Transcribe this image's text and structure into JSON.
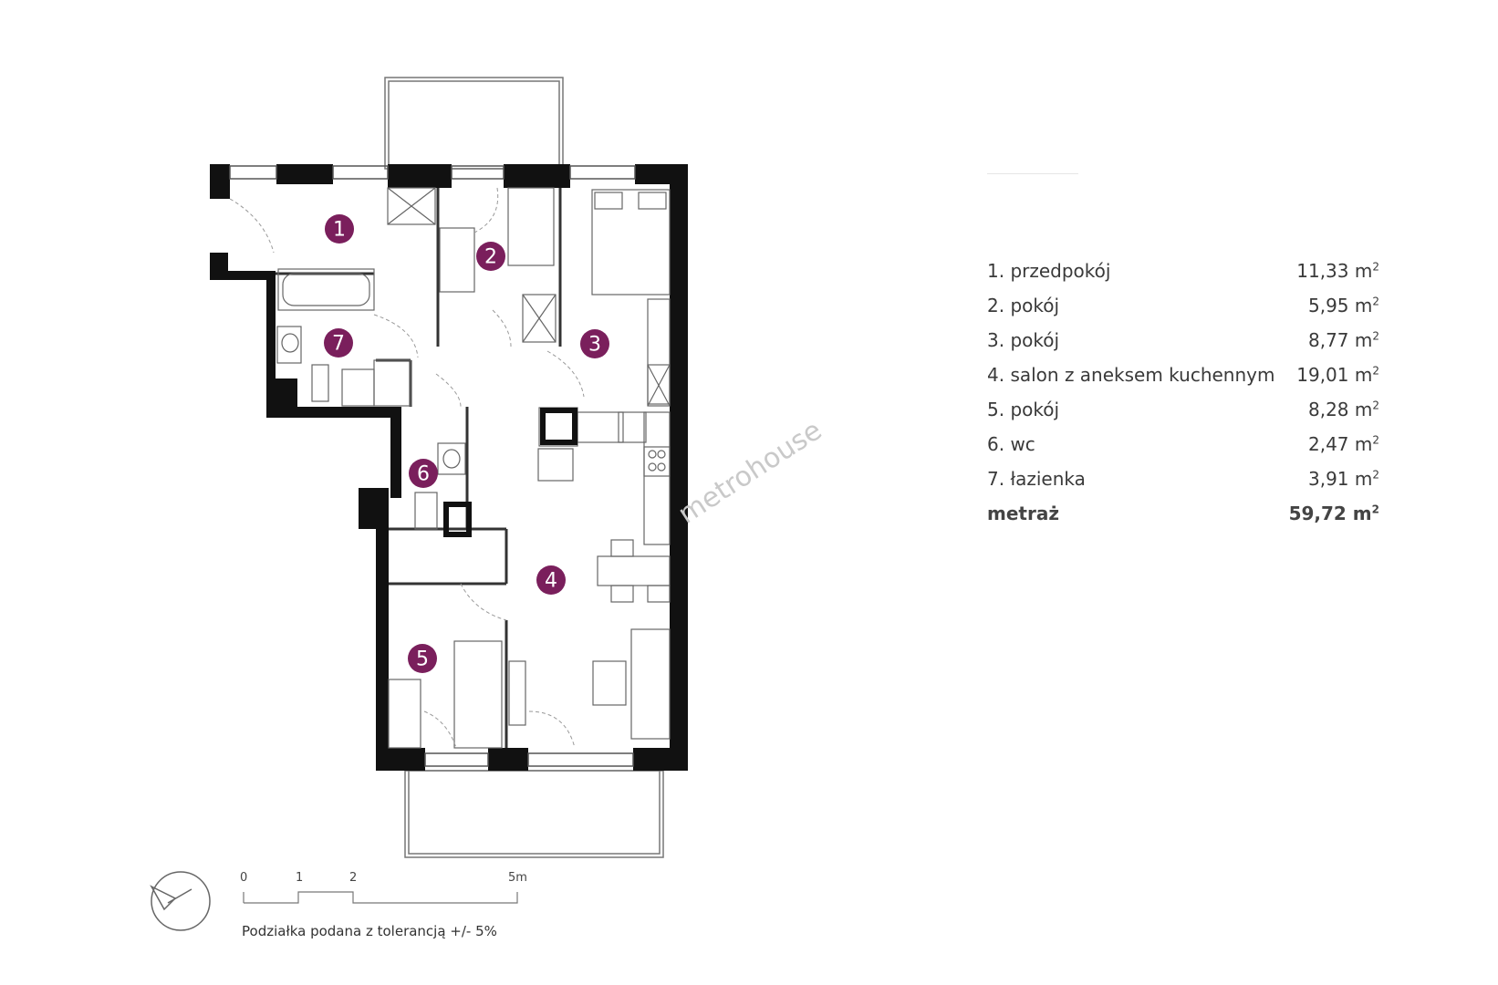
{
  "legend": {
    "rooms": [
      {
        "name": "1. przedpokój",
        "area": "11,33 m",
        "unit_exp": "2"
      },
      {
        "name": "2. pokój",
        "area": "5,95 m",
        "unit_exp": "2"
      },
      {
        "name": "3. pokój",
        "area": "8,77 m",
        "unit_exp": "2"
      },
      {
        "name": "4. salon z aneksem kuchennym",
        "area": "19,01 m",
        "unit_exp": "2"
      },
      {
        "name": "5. pokój",
        "area": "8,28 m",
        "unit_exp": "2"
      },
      {
        "name": "6. wc",
        "area": "2,47 m",
        "unit_exp": "2"
      },
      {
        "name": "7. łazienka",
        "area": "3,91 m",
        "unit_exp": "2"
      }
    ],
    "total": {
      "name": "metraż",
      "area": "59,72 m",
      "unit_exp": "2"
    }
  },
  "plan": {
    "room_markers": [
      "1",
      "2",
      "3",
      "4",
      "5",
      "6",
      "7"
    ],
    "marker_color": "#7a1f5c",
    "wall_color": "#111111",
    "watermark": "metrohouse"
  },
  "scale": {
    "ticks": [
      "0",
      "1",
      "2",
      "5m"
    ],
    "note": "Podziałka podana z tolerancją +/- 5%"
  },
  "compass": {
    "icon": "north-arrow-icon"
  }
}
